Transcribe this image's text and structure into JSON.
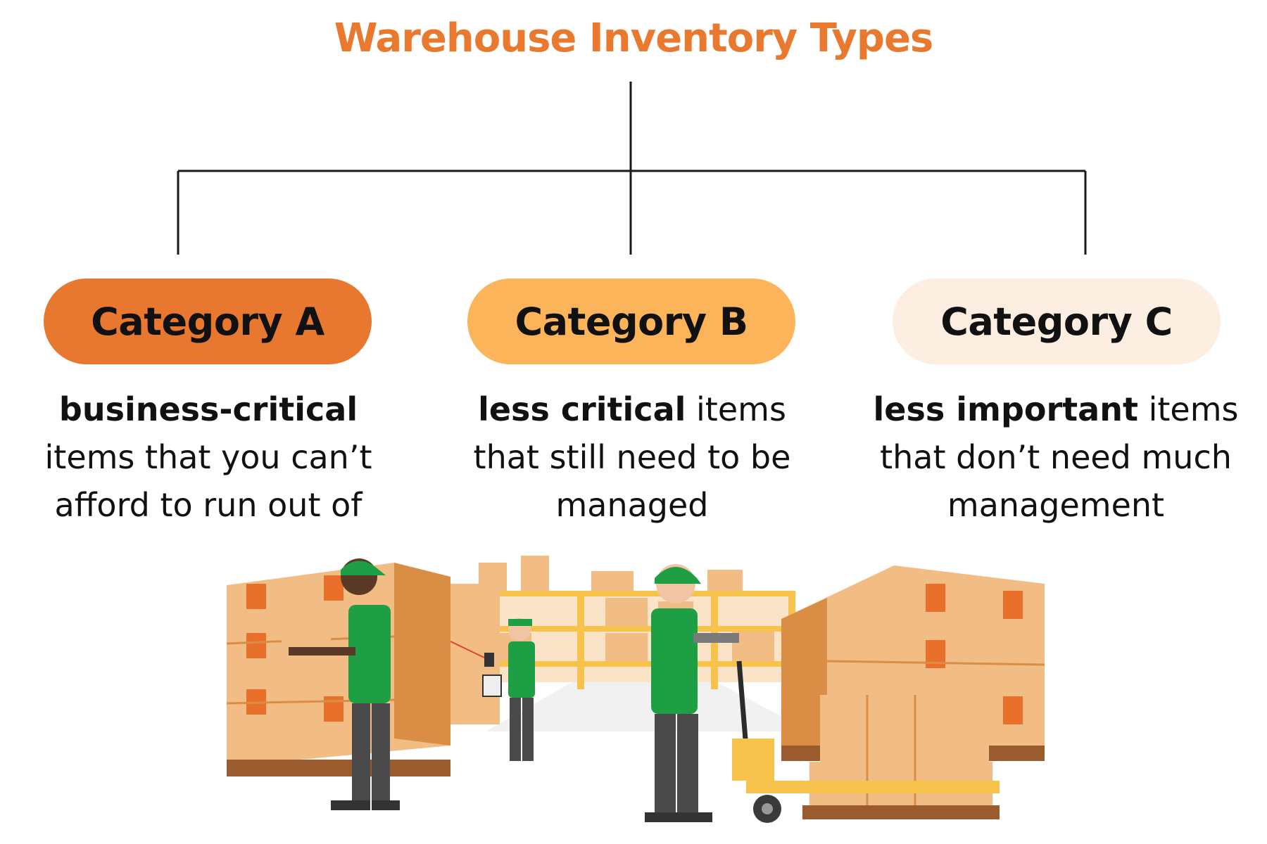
{
  "title": "Warehouse Inventory Types",
  "colors": {
    "title": "#e8792f",
    "category_a": "#e8782f",
    "category_b": "#fbb45a",
    "category_c": "#fdeee2",
    "connector": "#1a1a1a",
    "box": "#f2bd85",
    "box_dark": "#d98d45",
    "box_accent": "#e8702a",
    "shirt": "#1e9e45",
    "pallet": "#9a5b2e",
    "rack": "#f7c34c"
  },
  "categories": [
    {
      "label": "Category A",
      "bold": "business-critical",
      "rest": " items that you can’t afford to run out of"
    },
    {
      "label": "Category B",
      "bold": "less critical",
      "rest": " items that still need to be managed"
    },
    {
      "label": "Category C",
      "bold": "less important",
      "rest": " items that don’t need much management"
    }
  ],
  "illustration": {
    "subject": "warehouse workers with boxes, scanner and pallet jack",
    "icons": [
      "worker-icon",
      "barcode-scanner-icon",
      "pallet-jack-icon",
      "cardboard-box-icon",
      "shelving-rack-icon"
    ]
  }
}
